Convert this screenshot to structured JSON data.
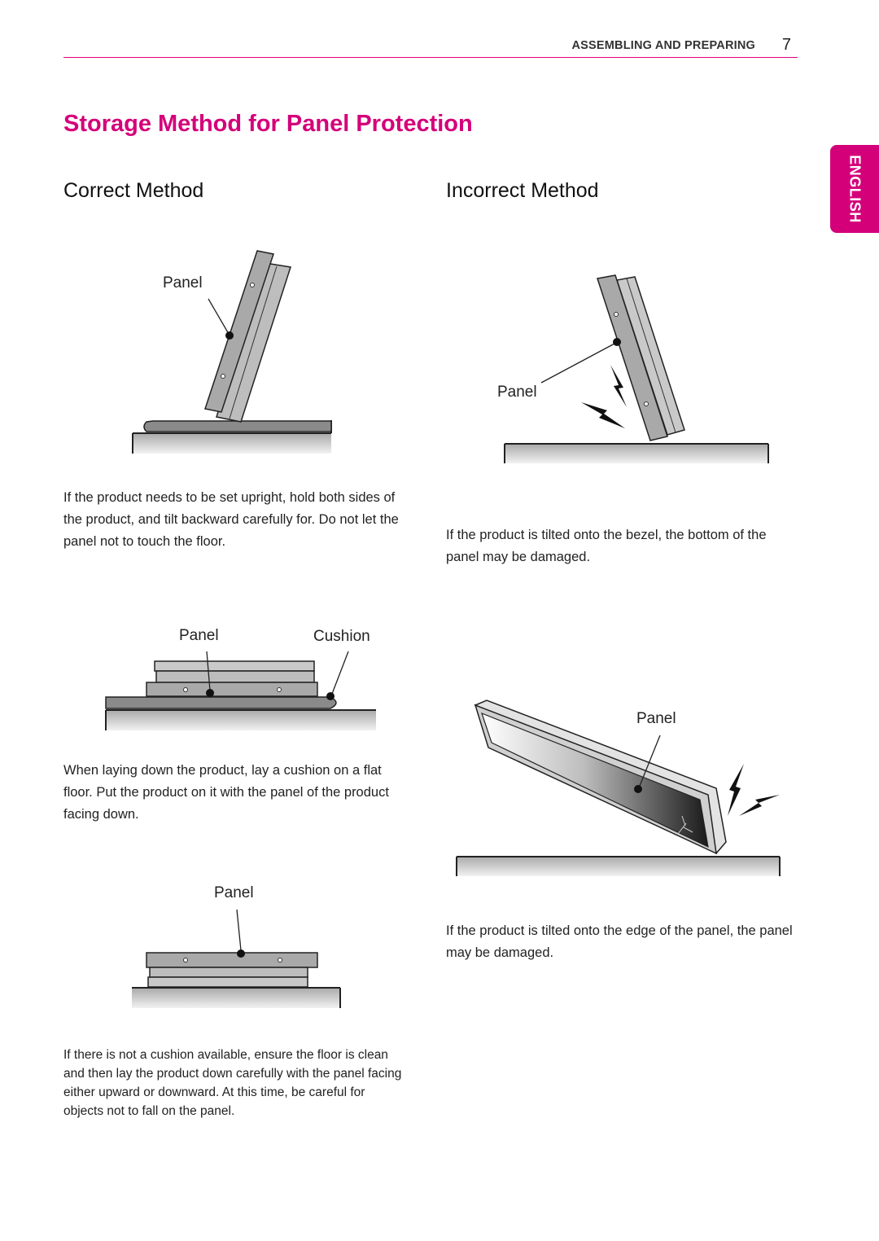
{
  "header": {
    "section": "ASSEMBLING AND PREPARING",
    "page_number": "7",
    "language_tab": "ENGLISH"
  },
  "page_title": "Storage Method for Panel Protection",
  "correct": {
    "heading": "Correct Method",
    "fig1": {
      "label_panel": "Panel",
      "caption": "If the product needs to be set upright, hold both sides of the product, and tilt backward carefully for. Do not let the panel not to touch the floor."
    },
    "fig2": {
      "label_panel": "Panel",
      "label_cushion": "Cushion",
      "caption": "When laying down the product, lay a cushion on a flat floor. Put the product on it with the panel of the product facing down."
    },
    "fig3": {
      "label_panel": "Panel",
      "caption": "If there is not a cushion available, ensure the floor is clean and then lay the product down carefully with the panel facing either upward or downward. At this time, be careful for objects not to fall on the panel."
    }
  },
  "incorrect": {
    "heading": "Incorrect Method",
    "fig1": {
      "label_panel": "Panel",
      "caption": "If the product is tilted onto the bezel, the bottom of the panel may be damaged."
    },
    "fig2": {
      "label_panel": "Panel",
      "caption": "If the product is tilted onto the edge of the panel, the panel may be damaged."
    }
  },
  "colors": {
    "accent": "#d4007a",
    "panel_gray": "#a8a8a8",
    "floor_gray": "#cfcfcf"
  }
}
